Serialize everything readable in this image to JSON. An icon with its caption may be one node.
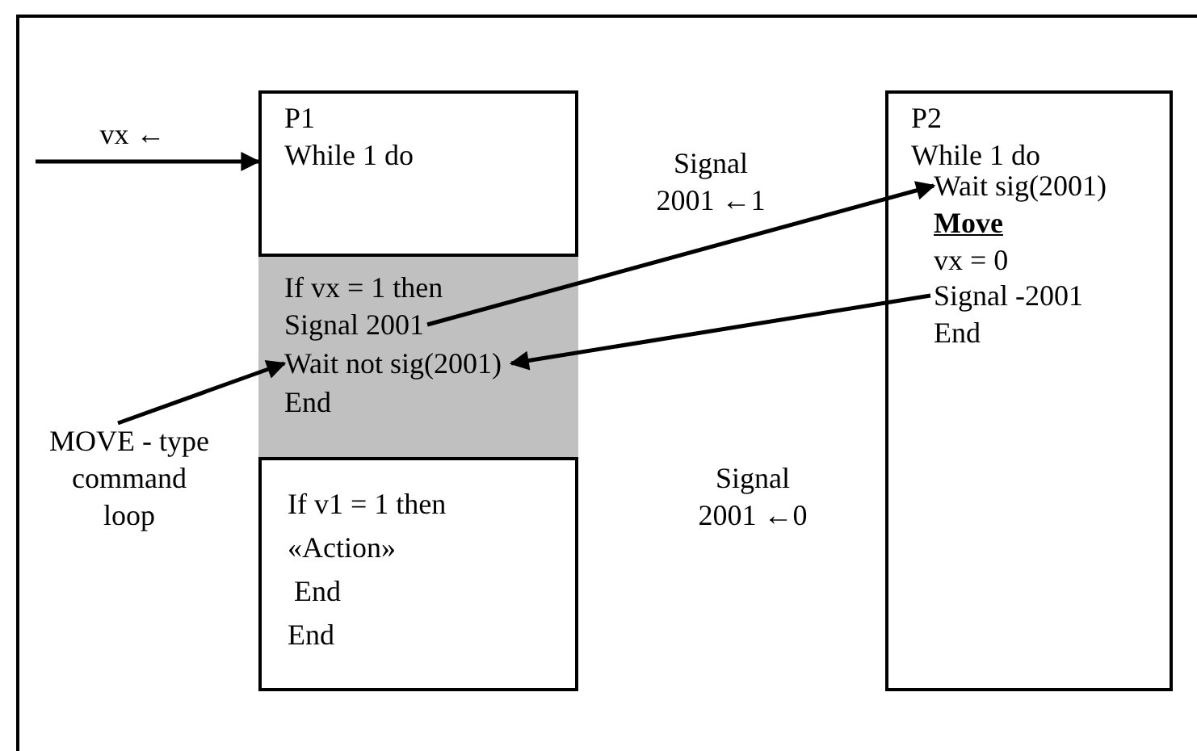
{
  "diagram": {
    "nodes": [
      {
        "text": [
          "P1",
          "While 1 do"
        ]
      },
      {
        "text": [],
        "shape": "box",
        "in": 0
      },
      {
        "text": [
          "If vx = 1 then"
        ],
        "in": 1
      },
      {
        "text": [
          "Signal 2001"
        ],
        "in": 1
      },
      {
        "text": [
          "Wait not sig(2001)"
        ],
        "in": 1
      },
      {
        "text": [
          "End"
        ],
        "in": 1
      },
      {
        "text": [
          "If v1 = 1 then",
          "«Action»",
          "End",
          "End"
        ],
        "in": 0
      },
      {
        "text": [
          "P2",
          "While 1 do"
        ]
      },
      {
        "text": [
          "Wait sig(2001)"
        ],
        "in": 7
      },
      {
        "text": [
          "Move"
        ],
        "in": 7
      },
      {
        "text": [
          "vx = 0"
        ],
        "in": 7
      },
      {
        "text": [
          "Signal -2001"
        ],
        "in": 7
      },
      {
        "text": [
          "End"
        ],
        "in": 7
      },
      {
        "text": [
          "MOVE - type command loop"
        ]
      }
    ],
    "edges": [
      {
        "from": null,
        "to": 0,
        "arrow": "to",
        "label": "vx ←"
      },
      {
        "from": 3,
        "to": 8,
        "arrow": "to",
        "label": "Signal 2001 ←1"
      },
      {
        "from": 11,
        "to": 4,
        "arrow": "to",
        "label": "Signal 2001 ←0"
      },
      {
        "from": 13,
        "to": 4,
        "arrow": "to"
      }
    ]
  }
}
